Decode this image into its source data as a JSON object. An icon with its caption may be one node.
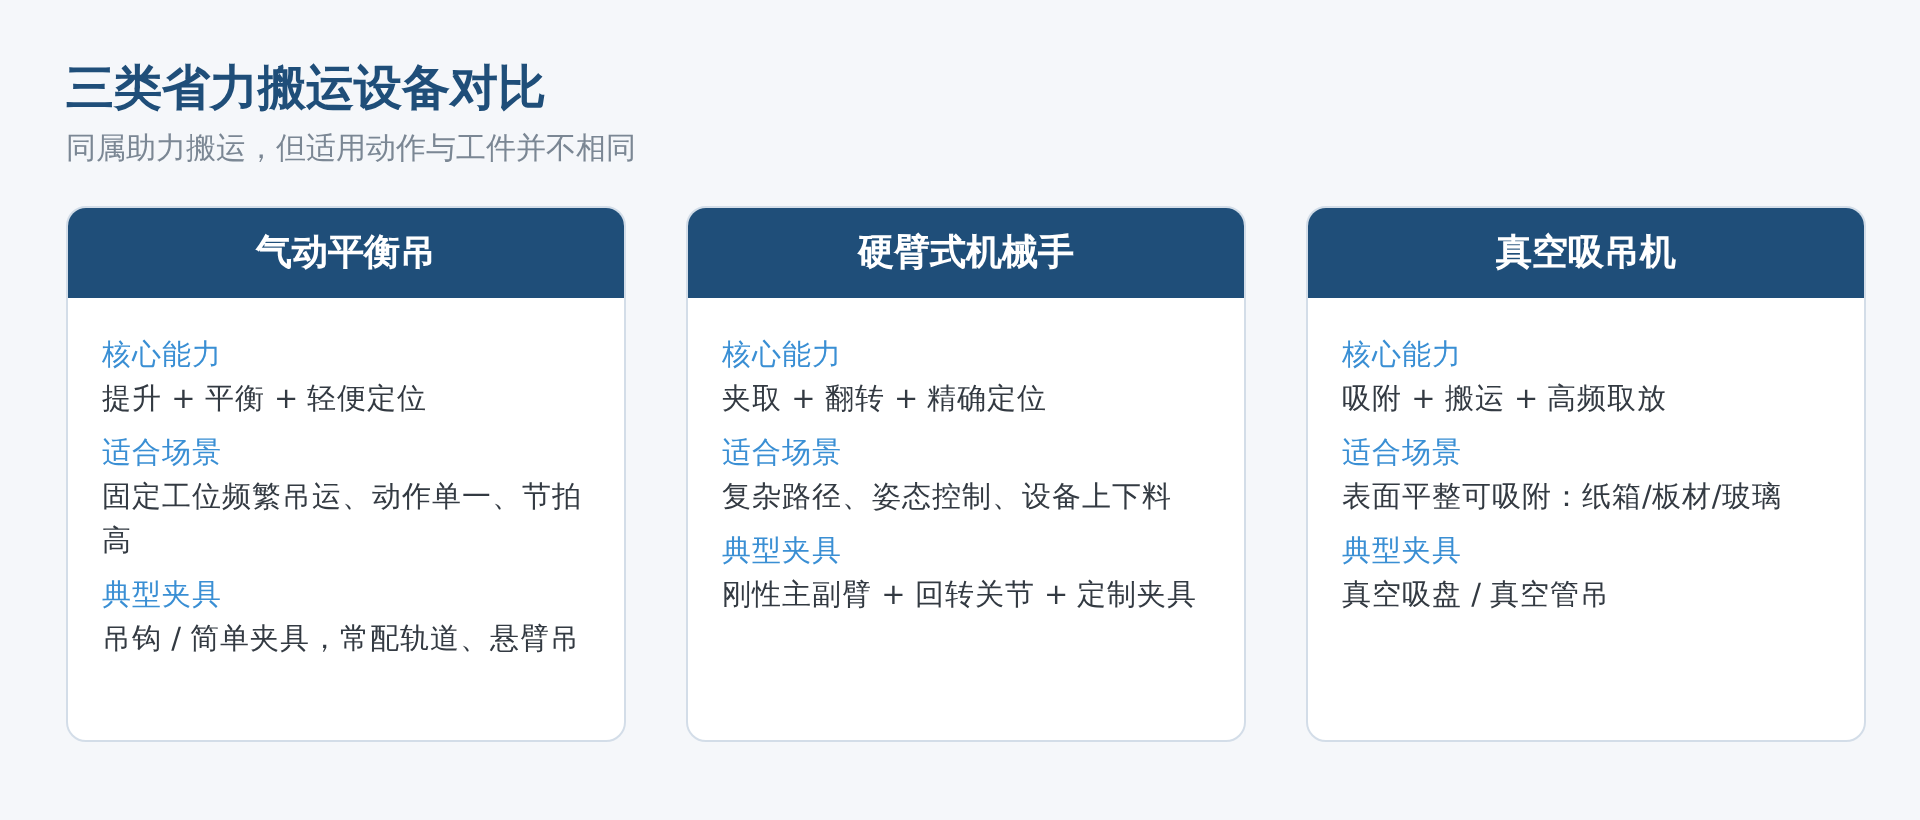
{
  "diagram": {
    "title": "三类省力搬运设备对比",
    "labels": [
      "同属助力搬运，但适用动作与工件并不相同"
    ],
    "nodes": [
      {
        "text": [
          "气动平衡吊",
          "核心能力",
          "提升 + 平衡 + 轻便定位",
          "适合场景",
          "固定工位频繁吊运、动作单一、节拍高",
          "典型夹具",
          "吊钩 / 简单夹具，常配轨道、悬臂吊"
        ]
      },
      {
        "text": [
          "硬臂式机械手",
          "核心能力",
          "夹取 + 翻转 + 精确定位",
          "适合场景",
          "复杂路径、姿态控制、设备上下料",
          "典型夹具",
          "刚性主副臂 + 回转关节 + 定制夹具"
        ]
      },
      {
        "text": [
          "真空吸吊机",
          "核心能力",
          "吸附 + 搬运 + 高频取放",
          "适合场景",
          "表面平整可吸附：纸箱/板材/玻璃",
          "典型夹具",
          "真空吸盘 / 真空管吊"
        ]
      }
    ]
  }
}
